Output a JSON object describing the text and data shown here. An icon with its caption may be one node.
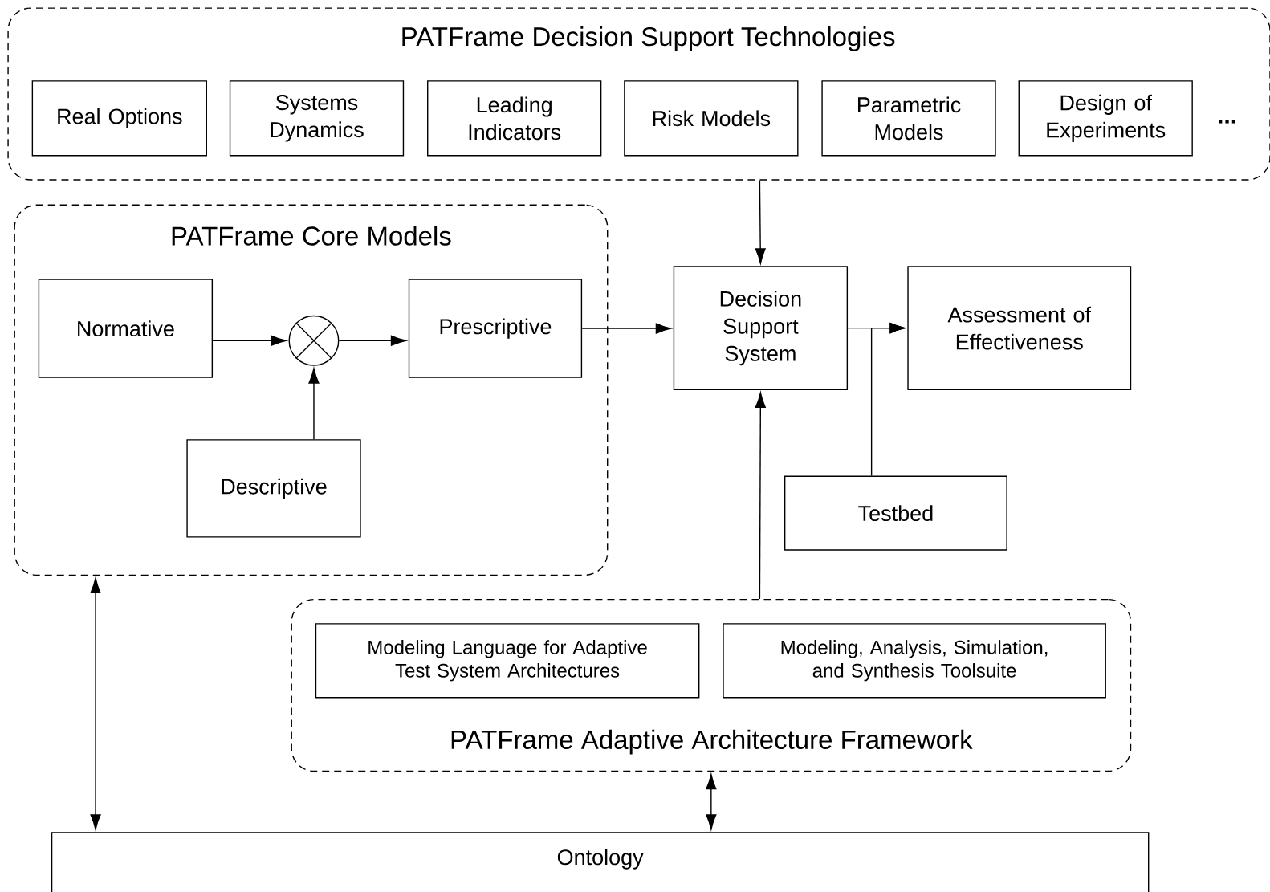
{
  "diagram": {
    "nodes": [
      {
        "text": [
          "PATFrame Decision Support Technologies"
        ]
      },
      {
        "text": [
          "Real Options"
        ],
        "in": 0
      },
      {
        "text": [
          "Systems Dynamics"
        ],
        "in": 0
      },
      {
        "text": [
          "Leading Indicators"
        ],
        "in": 0
      },
      {
        "text": [
          "Risk Models"
        ],
        "in": 0
      },
      {
        "text": [
          "Parametric Models"
        ],
        "in": 0
      },
      {
        "text": [
          "Design of Experiments"
        ],
        "in": 0
      },
      {
        "text": [
          "PATFrame Core Models"
        ]
      },
      {
        "text": [
          "Normative"
        ],
        "in": 7
      },
      {
        "text": [],
        "shape": "circle",
        "in": 7
      },
      {
        "text": [
          "Prescriptive"
        ],
        "in": 7
      },
      {
        "text": [
          "Descriptive"
        ],
        "in": 7
      },
      {
        "text": [
          "Decision Support System"
        ]
      },
      {
        "text": [
          "Assessment of Effectiveness"
        ]
      },
      {
        "text": [
          "Testbed"
        ]
      },
      {
        "text": [
          "PATFrame Adaptive Architecture Framework"
        ]
      },
      {
        "text": [
          "Modeling Language for Adaptive Test System Architectures"
        ],
        "in": 15
      },
      {
        "text": [
          "Modeling, Analysis, Simulation, and Synthesis Toolsuite"
        ],
        "in": 15
      },
      {
        "text": [
          "Ontology"
        ]
      }
    ],
    "edges": [
      {
        "from": 0,
        "to": 12,
        "arrow": "to"
      },
      {
        "from": 8,
        "to": 9,
        "arrow": "to"
      },
      {
        "from": 9,
        "to": 10,
        "arrow": "to"
      },
      {
        "from": 11,
        "to": 9,
        "arrow": "to"
      },
      {
        "from": 10,
        "to": 12,
        "arrow": "to"
      },
      {
        "from": 12,
        "to": 13,
        "arrow": "to"
      },
      {
        "from": 14,
        "to": 13,
        "arrow": "to"
      },
      {
        "from": 15,
        "to": 12,
        "arrow": "to"
      },
      {
        "from": 7,
        "to": 18,
        "arrow": "both"
      },
      {
        "from": 15,
        "to": 18,
        "arrow": "both"
      }
    ],
    "labels": [
      "..."
    ]
  }
}
